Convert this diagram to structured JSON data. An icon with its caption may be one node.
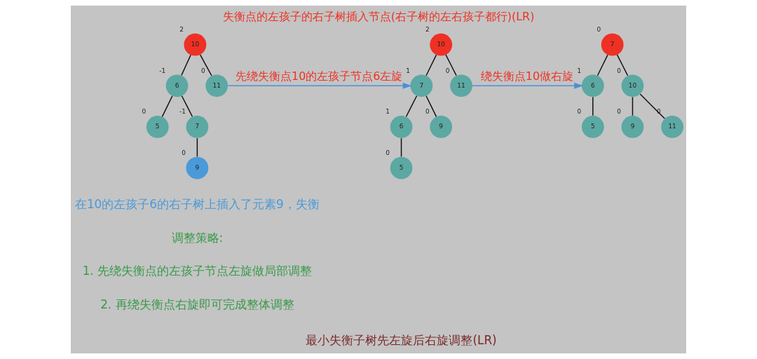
{
  "diagram": {
    "title": "失衡点的左孩子的右子树插入节点(右子树的左右孩子都行)(LR)",
    "caption": "最小失衡子树先左旋后右旋调整(LR)",
    "nodes": [
      {
        "text": [
          "10"
        ],
        "beside": [
          "2"
        ]
      },
      {
        "text": [
          "6"
        ],
        "beside": [
          "-1"
        ]
      },
      {
        "text": [
          "11"
        ],
        "beside": [
          "0"
        ]
      },
      {
        "text": [
          "5"
        ],
        "beside": [
          "0"
        ]
      },
      {
        "text": [
          "7"
        ],
        "beside": [
          "-1"
        ]
      },
      {
        "text": [
          "9"
        ],
        "beside": [
          "0"
        ]
      },
      {
        "text": [
          "10"
        ],
        "beside": [
          "2"
        ]
      },
      {
        "text": [
          "7"
        ],
        "beside": [
          "1"
        ]
      },
      {
        "text": [
          "11"
        ],
        "beside": [
          "0"
        ]
      },
      {
        "text": [
          "6"
        ],
        "beside": [
          "1"
        ]
      },
      {
        "text": [
          "9"
        ],
        "beside": [
          "0"
        ]
      },
      {
        "text": [
          "5"
        ],
        "beside": [
          "0"
        ]
      },
      {
        "text": [
          "7"
        ],
        "beside": [
          "0"
        ]
      },
      {
        "text": [
          "6"
        ],
        "beside": [
          "1"
        ]
      },
      {
        "text": [
          "10"
        ],
        "beside": [
          "0"
        ]
      },
      {
        "text": [
          "5"
        ],
        "beside": [
          "0"
        ]
      },
      {
        "text": [
          "9"
        ],
        "beside": [
          "0"
        ]
      },
      {
        "text": [
          "11"
        ],
        "beside": [
          "0"
        ]
      }
    ],
    "edges": [
      {
        "from": 0,
        "to": 1,
        "arrow": "none"
      },
      {
        "from": 0,
        "to": 2,
        "arrow": "none"
      },
      {
        "from": 1,
        "to": 3,
        "arrow": "none"
      },
      {
        "from": 1,
        "to": 4,
        "arrow": "none"
      },
      {
        "from": 4,
        "to": 5,
        "arrow": "none"
      },
      {
        "from": 2,
        "to": 7,
        "arrow": "to",
        "label": "先绕失衡点10的左孩子节点6左旋",
        "color": "#4a90d9"
      },
      {
        "from": 6,
        "to": 7,
        "arrow": "none"
      },
      {
        "from": 6,
        "to": 8,
        "arrow": "none"
      },
      {
        "from": 7,
        "to": 9,
        "arrow": "none"
      },
      {
        "from": 7,
        "to": 10,
        "arrow": "none"
      },
      {
        "from": 9,
        "to": 11,
        "arrow": "none"
      },
      {
        "from": 8,
        "to": 13,
        "arrow": "to",
        "label": "绕失衡点10做右旋",
        "color": "#4a90d9"
      },
      {
        "from": 12,
        "to": 13,
        "arrow": "none"
      },
      {
        "from": 12,
        "to": 14,
        "arrow": "none"
      },
      {
        "from": 13,
        "to": 15,
        "arrow": "none"
      },
      {
        "from": 14,
        "to": 16,
        "arrow": "none"
      },
      {
        "from": 14,
        "to": 17,
        "arrow": "none"
      }
    ],
    "labels": [
      "在10的左孩子6的右子树上插入了元素9，失衡",
      "调整策略:",
      "1. 先绕失衡点的左孩子节点左旋做局部调整",
      "2. 再绕失衡点右旋即可完成整体调整"
    ]
  }
}
